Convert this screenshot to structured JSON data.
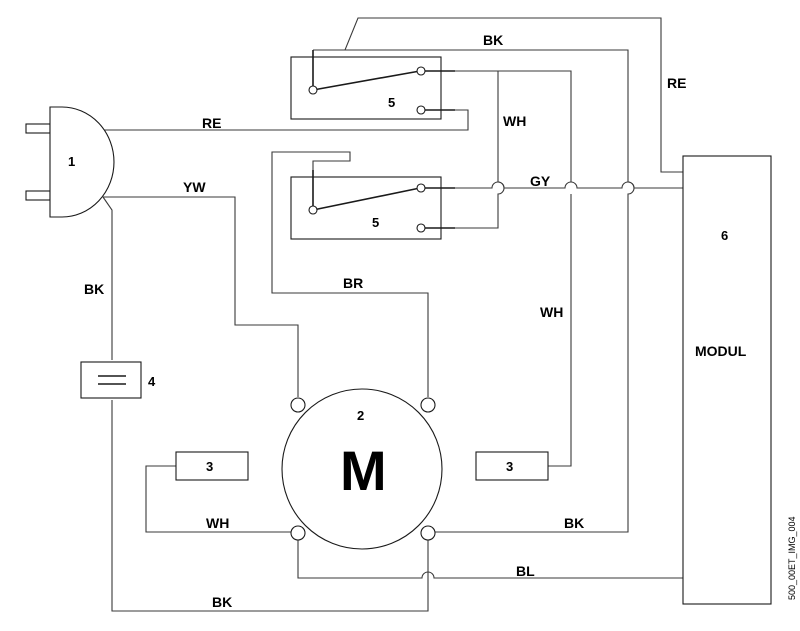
{
  "wire_labels": {
    "bk_top": "BK",
    "re_right": "RE",
    "re_plug": "RE",
    "wh_upper": "WH",
    "yw": "YW",
    "gy": "GY",
    "bk_left": "BK",
    "br": "BR",
    "wh_right": "WH",
    "wh_bottom": "WH",
    "bk_motor": "BK",
    "bl": "BL",
    "bk_bottom": "BK"
  },
  "components": {
    "plug": "1",
    "motor_number": "2",
    "motor_symbol": "M",
    "capacitor_left": "3",
    "capacitor_right": "3",
    "fuse": "4",
    "switch_upper": "5",
    "switch_lower": "5",
    "module_number": "6",
    "module_name": "MODUL"
  },
  "image_code": "500_00ET_IMG_004"
}
